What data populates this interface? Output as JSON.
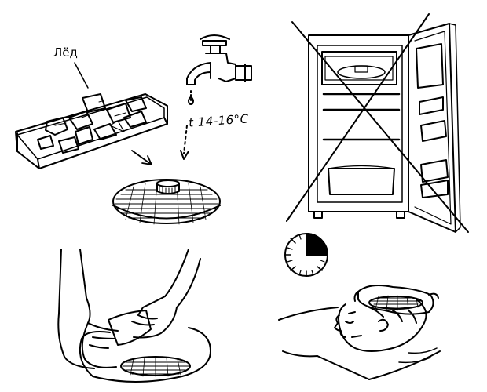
{
  "labels": {
    "ice": "Лёд",
    "temperature": "t 14-16°C"
  },
  "timer": {
    "filled_fraction": 0.25
  },
  "colors": {
    "ink": "#000000",
    "paper": "#ffffff"
  },
  "icons": {
    "ice_tray": "ice-tray-icon",
    "tap": "water-tap-icon",
    "pack": "cooling-pack-icon",
    "fridge": "refrigerator-crossed-icon",
    "timer": "timer-icon",
    "hands": "hands-wrapping-icon",
    "person": "person-with-cold-pack-icon"
  }
}
